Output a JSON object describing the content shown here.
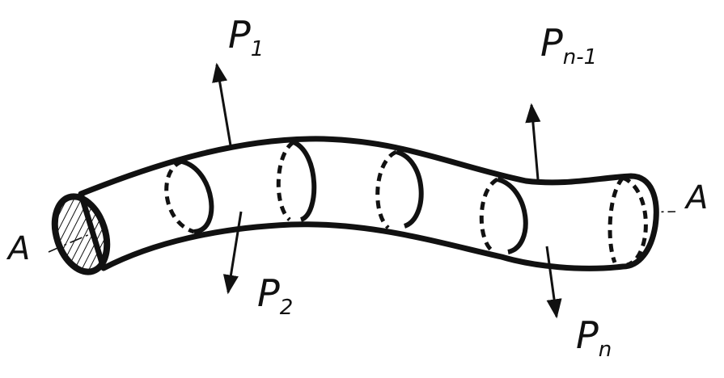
{
  "axis": {
    "left_label": "A",
    "right_label": "A"
  },
  "forces": [
    {
      "base": "P",
      "sub": "1"
    },
    {
      "base": "P",
      "sub": "2"
    },
    {
      "base": "P",
      "sub": "n-1"
    },
    {
      "base": "P",
      "sub": "n"
    }
  ],
  "colors": {
    "ink": "#111111",
    "paper": "#ffffff",
    "tube_fill": "#ffffff"
  }
}
